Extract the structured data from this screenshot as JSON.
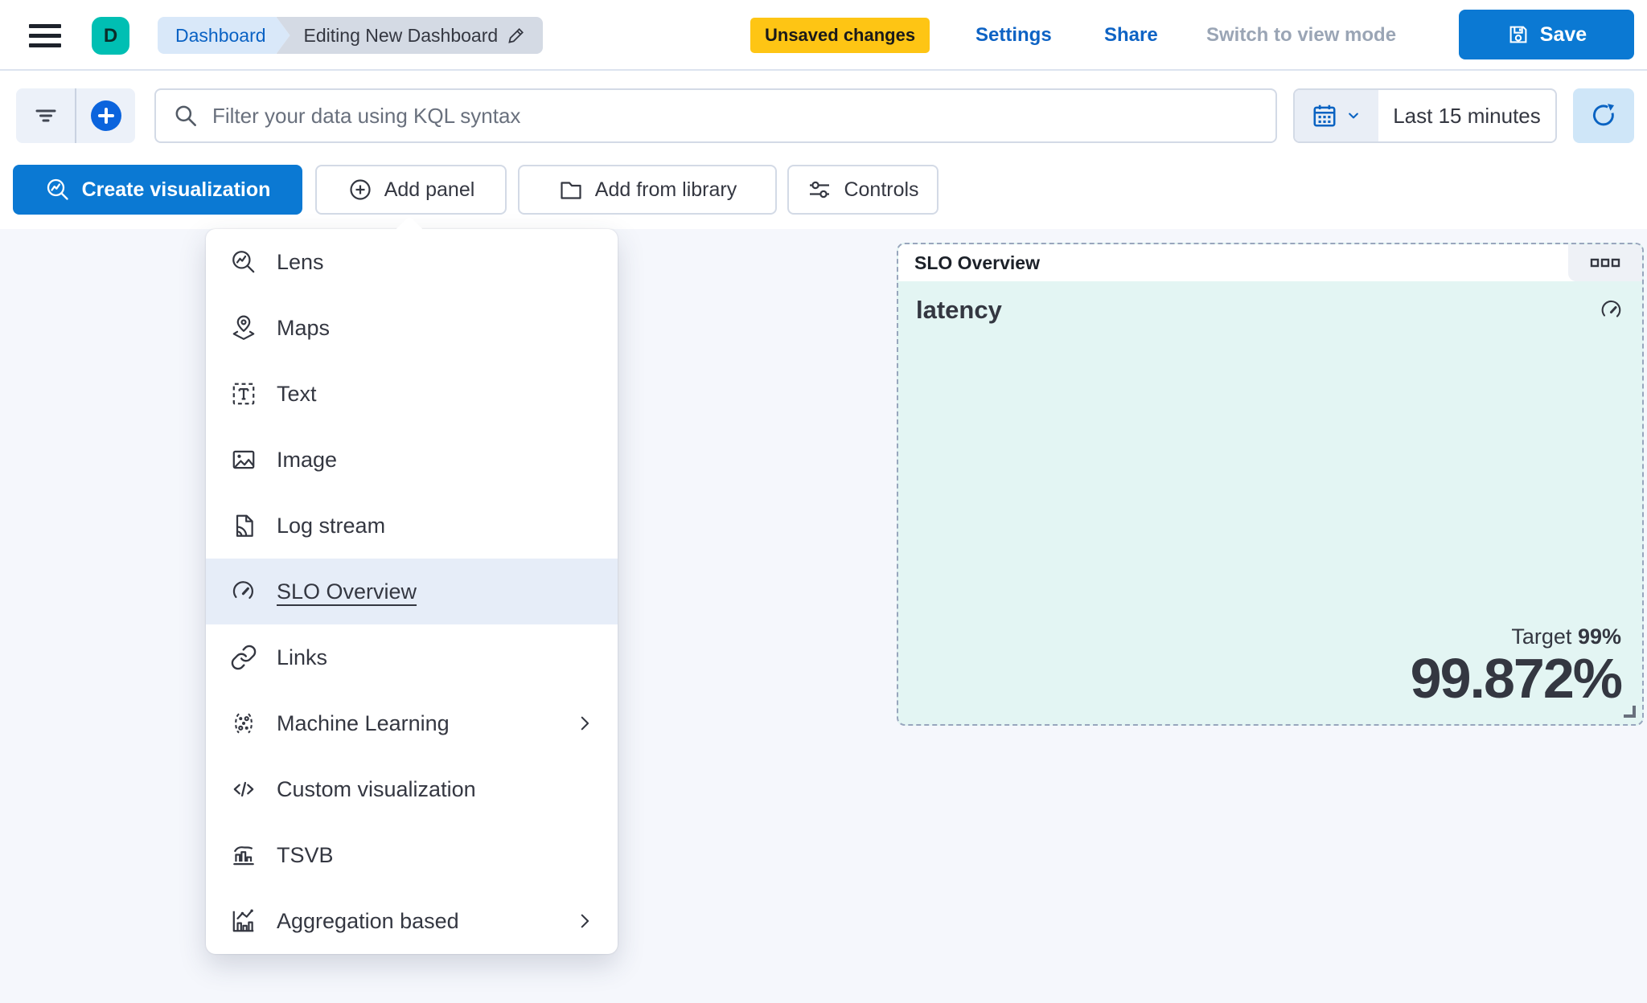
{
  "header": {
    "avatar_initial": "D",
    "breadcrumbs": [
      {
        "label": "Dashboard"
      },
      {
        "label": "Editing New Dashboard"
      }
    ],
    "badge": "Unsaved changes",
    "settings_label": "Settings",
    "share_label": "Share",
    "view_mode_label": "Switch to view mode",
    "save_label": "Save"
  },
  "query_bar": {
    "search_placeholder": "Filter your data using KQL syntax",
    "time_range": "Last 15 minutes"
  },
  "toolbar": {
    "create_visualization": "Create visualization",
    "add_panel": "Add panel",
    "add_from_library": "Add from library",
    "controls": "Controls"
  },
  "add_panel_menu": {
    "items": [
      {
        "label": "Lens",
        "icon": "lens-icon",
        "selected": false,
        "has_submenu": false
      },
      {
        "label": "Maps",
        "icon": "maps-icon",
        "selected": false,
        "has_submenu": false
      },
      {
        "label": "Text",
        "icon": "text-icon",
        "selected": false,
        "has_submenu": false
      },
      {
        "label": "Image",
        "icon": "image-icon",
        "selected": false,
        "has_submenu": false
      },
      {
        "label": "Log stream",
        "icon": "log-stream-icon",
        "selected": false,
        "has_submenu": false
      },
      {
        "label": "SLO Overview",
        "icon": "gauge-icon",
        "selected": true,
        "has_submenu": false
      },
      {
        "label": "Links",
        "icon": "link-icon",
        "selected": false,
        "has_submenu": false
      },
      {
        "label": "Machine Learning",
        "icon": "machine-learning-icon",
        "selected": false,
        "has_submenu": true
      },
      {
        "label": "Custom visualization",
        "icon": "code-icon",
        "selected": false,
        "has_submenu": false
      },
      {
        "label": "TSVB",
        "icon": "tsvb-icon",
        "selected": false,
        "has_submenu": false
      },
      {
        "label": "Aggregation based",
        "icon": "aggregation-icon",
        "selected": false,
        "has_submenu": true
      }
    ]
  },
  "slo_panel": {
    "title": "SLO Overview",
    "metric_name": "latency",
    "target_label": "Target",
    "target_value": "99%",
    "value": "99.872%"
  },
  "icons": {
    "header": [
      "menu-icon",
      "save-icon",
      "pencil-icon"
    ],
    "query_bar": [
      "filter-icon",
      "add-filter-icon",
      "search-icon",
      "calendar-icon",
      "chevron-down-icon",
      "refresh-icon"
    ],
    "toolbar": [
      "lens-icon",
      "plus-circle-icon",
      "folder-icon",
      "sliders-icon"
    ],
    "slo_panel": [
      "boxes-horizontal-icon",
      "gauge-icon",
      "resize-handle"
    ]
  },
  "colors": {
    "primary_blue": "#0b79d3",
    "accent_blue": "#0b64dd",
    "link_blue": "#0e63c4",
    "warning_yellow": "#fec514",
    "avatar_teal": "#00bfb3",
    "panel_teal_bg": "#e3f5f3",
    "selection_bg": "#e6edf8",
    "canvas_bg": "#f5f7fc",
    "text": "#343741",
    "muted_text": "#69707d",
    "border": "#d3dae6"
  }
}
